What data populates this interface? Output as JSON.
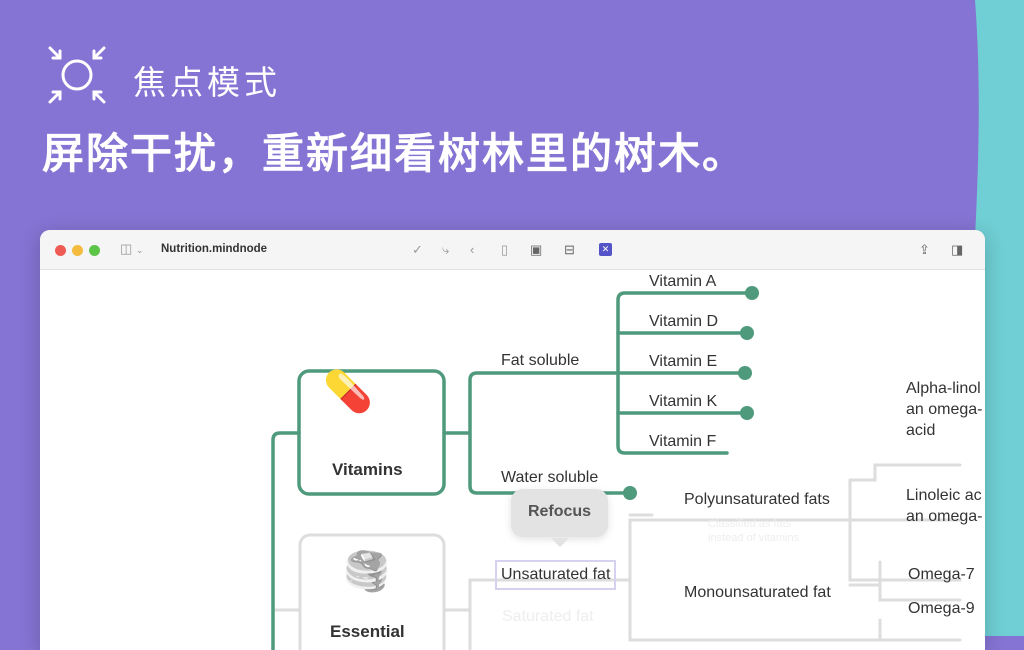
{
  "header": {
    "icon": "focus-mode-icon",
    "title": "焦点模式",
    "subtitle": "屏除干扰，重新细看树林里的树木。"
  },
  "colors": {
    "background": "#8574d3",
    "accent_teal": "#6fcfd4",
    "branch_green": "#4f9a7d"
  },
  "window": {
    "filename": "Nutrition.mindnode",
    "toolbar_icons": [
      "sidebar-icon",
      "checkmark-icon",
      "connect-icon",
      "back-icon",
      "document-icon",
      "image-icon",
      "layout-icon",
      "focus-icon",
      "share-icon",
      "inspector-icon"
    ]
  },
  "map": {
    "vitamins": {
      "label": "Vitamins",
      "fat_soluble": "Fat soluble",
      "water_soluble": "Water soluble",
      "items": [
        "Vitamin A",
        "Vitamin D",
        "Vitamin E",
        "Vitamin K",
        "Vitamin F"
      ]
    },
    "essential": {
      "label": "Essential"
    },
    "unsaturated": "Unsaturated fat",
    "saturated": "Saturated fat",
    "poly": "Polyunsaturated fats",
    "poly_note": [
      "Classified as fats",
      "instead of vitamins"
    ],
    "mono": "Monounsaturated fat",
    "alpha": [
      "Alpha-linol",
      "an omega-",
      "acid"
    ],
    "linoleic": [
      "Linoleic ac",
      "an omega-"
    ],
    "omega7": "Omega-7",
    "omega9": "Omega-9"
  },
  "tooltip": {
    "refocus": "Refocus"
  }
}
